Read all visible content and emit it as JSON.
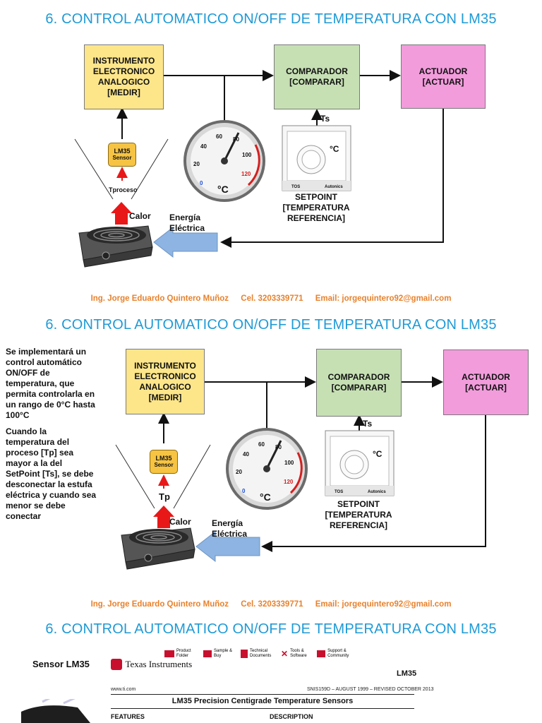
{
  "title": "6. CONTROL AUTOMATICO ON/OFF DE TEMPERATURA CON LM35",
  "blocks": {
    "instrumento": [
      "INSTRUMENTO",
      "ELECTRONICO",
      "ANALOGICO",
      "[MEDIR]"
    ],
    "comparador": [
      "COMPARADOR",
      "[COMPARAR]"
    ],
    "actuador": [
      "ACTUADOR",
      "[ACTUAR]"
    ]
  },
  "labels": {
    "ts": "Ts",
    "setpoint": [
      "SETPOINT",
      "[TEMPERATURA",
      "REFERENCIA]"
    ],
    "calor": "Calor",
    "energia": [
      "Energía",
      "Eléctrica"
    ],
    "sensor_name": "LM35",
    "sensor_sub": "Sensor",
    "tproceso": "Tproceso",
    "tp": "Tp",
    "gauge_unit": "°C",
    "gauge_ticks": [
      "0",
      "20",
      "40",
      "60",
      "80",
      "100",
      "120"
    ],
    "controller_unit": "°C",
    "controller_brand_left": "TOS",
    "controller_brand_right": "Autonics"
  },
  "footer": {
    "name": "Ing. Jorge Eduardo Quintero Muñoz",
    "phone": "Cel. 3203339771",
    "email": "Email: jorgequintero92@gmail.com"
  },
  "description": [
    "Se implementará un control automático ON/OFF de temperatura, que permita controlarla en un rango de 0°C hasta 100°C",
    "Cuando la temperatura del proceso [Tp] sea mayor a la del SetPoint [Ts], se debe desconectar la estufa eléctrica y cuando sea menor se debe conectar"
  ],
  "section3": {
    "sensor_label": "Sensor LM35",
    "ti_brand": "Texas Instruments",
    "ti_links": [
      "Product Folder",
      "Sample & Buy",
      "Technical Documents",
      "Tools & Software",
      "Support & Community"
    ],
    "part": "LM35",
    "site": "www.ti.com",
    "docnum": "SNIS159D – AUGUST 1999 – REVISED OCTOBER 2013",
    "doc_title": "LM35 Precision Centigrade Temperature Sensors",
    "features": "FEATURES",
    "description": "DESCRIPTION"
  },
  "colors": {
    "title": "#1f9ad6",
    "footer": "#e8812b",
    "yellow": "#fde68a",
    "green": "#c6e0b4",
    "pink": "#f29cdc",
    "arrow_blue": "#8db4e2",
    "heat": "#e81818"
  }
}
